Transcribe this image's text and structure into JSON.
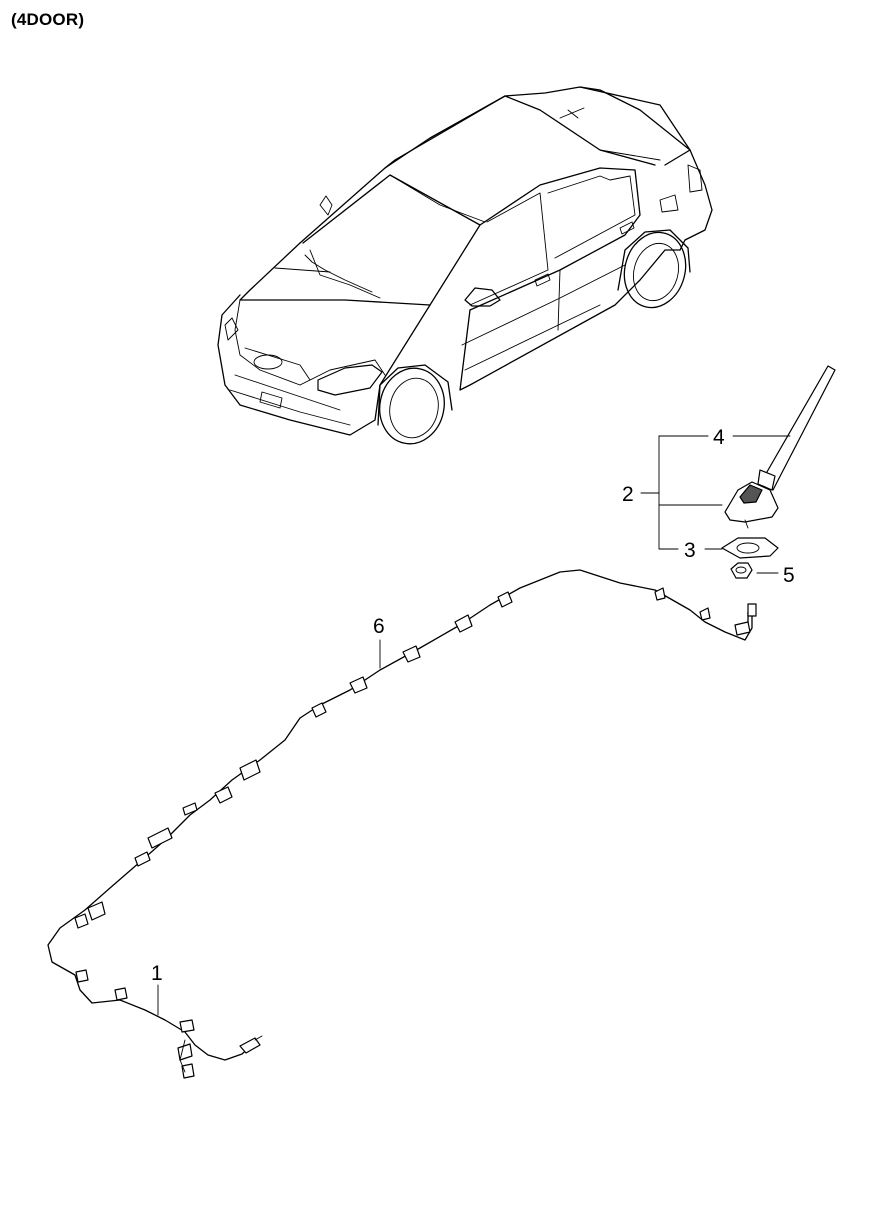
{
  "header": {
    "title": "(4DOOR)"
  },
  "callouts": [
    {
      "id": "1",
      "label": "1"
    },
    {
      "id": "2",
      "label": "2"
    },
    {
      "id": "3",
      "label": "3"
    },
    {
      "id": "4",
      "label": "4"
    },
    {
      "id": "5",
      "label": "5"
    },
    {
      "id": "6",
      "label": "6"
    }
  ],
  "colors": {
    "line": "#000000",
    "background": "#ffffff"
  }
}
